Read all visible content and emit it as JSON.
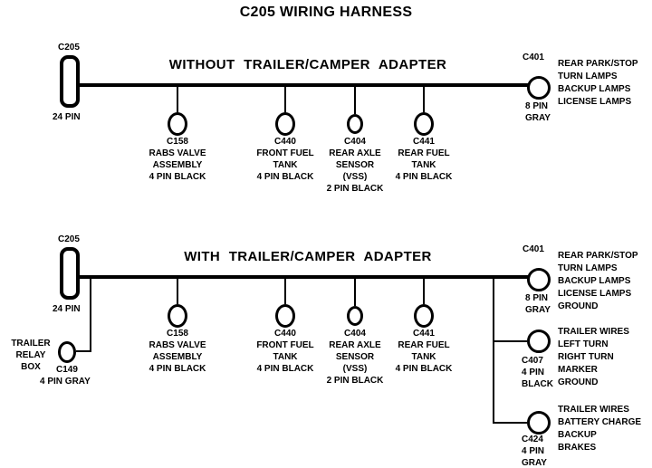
{
  "title": "C205 WIRING HARNESS",
  "s1": {
    "header": "WITHOUT TRAILER/CAMPER ADAPTER",
    "left": {
      "label": "C205",
      "pins": "24 PIN"
    },
    "right": {
      "label": "C401",
      "pins": "8 PIN",
      "color": "GRAY",
      "lines": [
        "REAR PARK/STOP",
        "TURN LAMPS",
        "BACKUP LAMPS",
        "LICENSE LAMPS"
      ]
    },
    "drops": [
      {
        "label": "C158",
        "lines": [
          "RABS VALVE",
          "ASSEMBLY",
          "4 PIN BLACK"
        ]
      },
      {
        "label": "C440",
        "lines": [
          "FRONT FUEL",
          "TANK",
          "4 PIN BLACK"
        ]
      },
      {
        "label": "C404",
        "lines": [
          "REAR AXLE",
          "SENSOR",
          "(VSS)",
          "2 PIN BLACK"
        ]
      },
      {
        "label": "C441",
        "lines": [
          "REAR FUEL",
          "TANK",
          "4 PIN BLACK"
        ]
      }
    ]
  },
  "s2": {
    "header": "WITH TRAILER/CAMPER ADAPTER",
    "left": {
      "label": "C205",
      "pins": "24 PIN"
    },
    "right": {
      "label": "C401",
      "pins": "8 PIN",
      "color": "GRAY",
      "lines": [
        "REAR PARK/STOP",
        "TURN LAMPS",
        "BACKUP LAMPS",
        "LICENSE LAMPS",
        "GROUND"
      ]
    },
    "drops": [
      {
        "label": "C158",
        "lines": [
          "RABS VALVE",
          "ASSEMBLY",
          "4 PIN BLACK"
        ]
      },
      {
        "label": "C440",
        "lines": [
          "FRONT FUEL",
          "TANK",
          "4 PIN BLACK"
        ]
      },
      {
        "label": "C404",
        "lines": [
          "REAR AXLE",
          "SENSOR",
          "(VSS)",
          "2 PIN BLACK"
        ]
      },
      {
        "label": "C441",
        "lines": [
          "REAR FUEL",
          "TANK",
          "4 PIN BLACK"
        ]
      }
    ],
    "relay": {
      "box": [
        "TRAILER",
        "RELAY",
        "BOX"
      ],
      "label": "C149",
      "pins": "4 PIN GRAY"
    },
    "c407": {
      "label": "C407",
      "pins": "4 PIN",
      "color": "BLACK",
      "lines": [
        "TRAILER WIRES",
        "LEFT TURN",
        "RIGHT TURN",
        "MARKER",
        "GROUND"
      ]
    },
    "c424": {
      "label": "C424",
      "pins": "4 PIN",
      "color": "GRAY",
      "lines": [
        "TRAILER WIRES",
        "BATTERY CHARGE",
        "BACKUP",
        "BRAKES"
      ]
    }
  }
}
